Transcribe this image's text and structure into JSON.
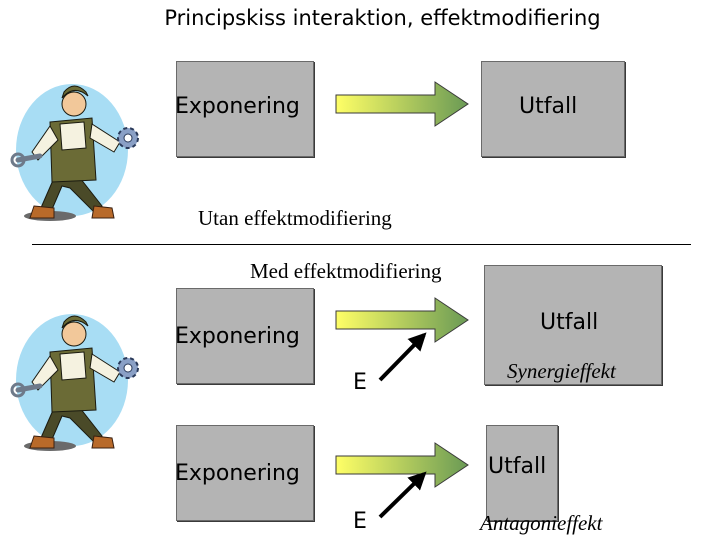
{
  "title": "Principskiss interaktion, effektmodifiering",
  "top": {
    "exposure": "Exponering",
    "outcome": "Utfall",
    "caption": "Utan effektmodifiering"
  },
  "bottom": {
    "caption": "Med effektmodifiering",
    "row1": {
      "exposure": "Exponering",
      "outcome": "Utfall",
      "modifier": "E",
      "effect": "Synergieffekt"
    },
    "row2": {
      "exposure": "Exponering",
      "outcome": "Utfall",
      "modifier": "E",
      "effect": "Antagonieffekt"
    }
  },
  "colors": {
    "box_fill": "#b4b4b4",
    "arrow_start": "#ffff66",
    "arrow_end": "#6a9a55"
  },
  "icons": [
    "mechanic-with-wrench-clipart",
    "mechanic-with-wrench-clipart"
  ]
}
